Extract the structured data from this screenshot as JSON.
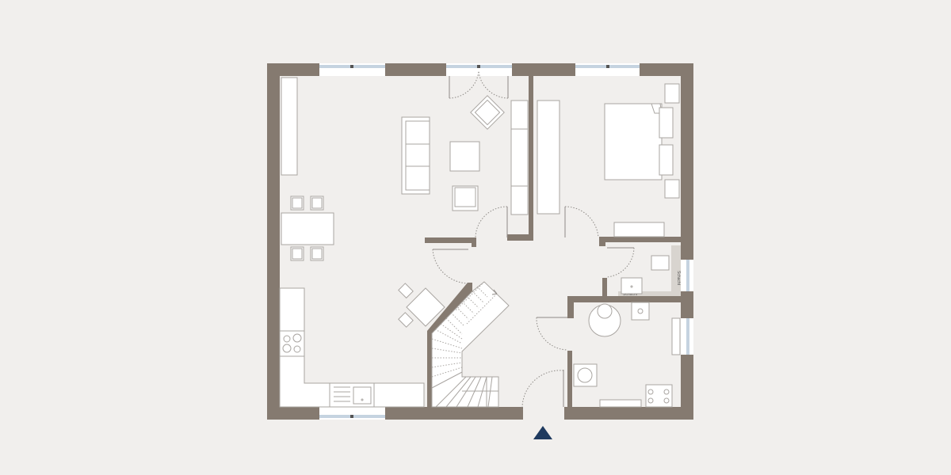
{
  "floor_plan": {
    "type": "ground-floor-plan",
    "colors": {
      "background": "#f1efed",
      "floor": "#f1efed",
      "wall": "#857a70",
      "furniture_fill": "#ffffff",
      "furniture_stroke": "#a9a5a1",
      "window_glass": "#c5d3e0",
      "door_swing": "#8e8a86",
      "entrance_marker": "#1f3a5f",
      "shaft_fill": "#d8d4cf"
    },
    "rooms": [
      {
        "id": "living-dining-kitchen",
        "label": ""
      },
      {
        "id": "bedroom",
        "label": ""
      },
      {
        "id": "hallway",
        "label": ""
      },
      {
        "id": "bathroom-wc",
        "label": ""
      },
      {
        "id": "utility-room",
        "label": ""
      }
    ],
    "shaft_labels": {
      "vertical": "Schacht",
      "horizontal": "Schacht"
    },
    "entrance": {
      "icon": "entrance-arrow-icon"
    }
  }
}
